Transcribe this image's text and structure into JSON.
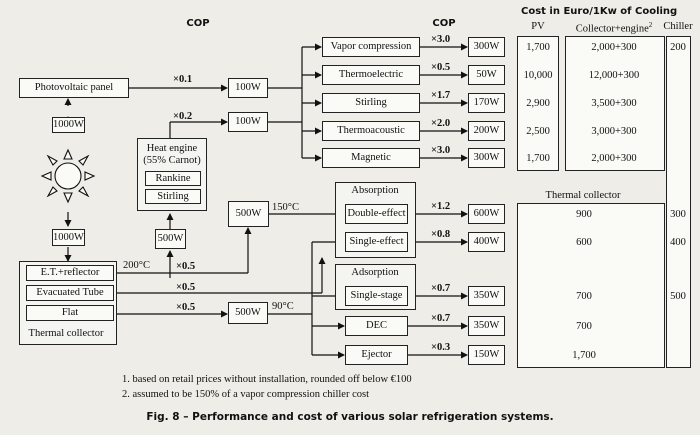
{
  "headers": {
    "cop_left": "COP",
    "cop_right": "COP",
    "cost": "Cost in Euro/1Kw of Cooling",
    "pv": "PV",
    "collector_engine": "Collector+engine",
    "collector_sup": "2",
    "chiller": "Chiller",
    "thermal_collector": "Thermal collector"
  },
  "sources": {
    "pv_panel": "Photovoltaic panel",
    "pv_power": "1000W",
    "sun_power": "1000W",
    "heat_engine_lines": [
      "Heat engine",
      "(55% Carnot)"
    ],
    "rankine": "Rankine",
    "stirling_engine": "Stirling",
    "engine_out": "500W",
    "collector_group": "Thermal collector",
    "et_reflector": "E.T.+reflector",
    "evacuated_tube": "Evacuated Tube",
    "flat": "Flat"
  },
  "flows": {
    "pv_mult": "×0.1",
    "pv_out": "100W",
    "engine_mult": "×0.2",
    "engine_el": "100W",
    "et_mult": "×0.5",
    "et_temp": "200°C",
    "evac_mult": "×0.5",
    "flat_mult": "×0.5",
    "flat_temp": "90°C",
    "high_heat": "500W",
    "high_temp": "150°C",
    "low_heat": "500W"
  },
  "electric_chillers": [
    {
      "name": "Vapor compression",
      "mult": "×3.0",
      "out": "300W",
      "pv": "1,700",
      "ce": "2,000+300"
    },
    {
      "name": "Thermoelectric",
      "mult": "×0.5",
      "out": "50W",
      "pv": "10,000",
      "ce": "12,000+300"
    },
    {
      "name": "Stirling",
      "mult": "×1.7",
      "out": "170W",
      "pv": "2,900",
      "ce": "3,500+300"
    },
    {
      "name": "Thermoacoustic",
      "mult": "×2.0",
      "out": "200W",
      "pv": "2,500",
      "ce": "3,000+300"
    },
    {
      "name": "Magnetic",
      "mult": "×3.0",
      "out": "300W",
      "pv": "1,700",
      "ce": "2,000+300"
    }
  ],
  "absorption_label": "Absorption",
  "adsorption_label": "Adsorption",
  "thermal_chillers": [
    {
      "name": "Double-effect",
      "mult": "×1.2",
      "out": "600W",
      "tc": "900"
    },
    {
      "name": "Single-effect",
      "mult": "×0.8",
      "out": "400W",
      "tc": "600"
    },
    {
      "name": "Single-stage",
      "mult": "×0.7",
      "out": "350W",
      "tc": "700"
    },
    {
      "name": "DEC",
      "mult": "×0.7",
      "out": "350W",
      "tc": "700"
    },
    {
      "name": "Ejector",
      "mult": "×0.3",
      "out": "150W",
      "tc": "1,700"
    }
  ],
  "chiller_costs": {
    "vapor": "200",
    "double": "300",
    "single": "400",
    "adsorption": "500"
  },
  "footnotes": [
    "1. based on retail prices without installation, rounded off below €100",
    "2. assumed to be 150% of a vapor compression chiller cost"
  ],
  "caption": "Fig. 8 – Performance and cost of various solar refrigeration systems."
}
